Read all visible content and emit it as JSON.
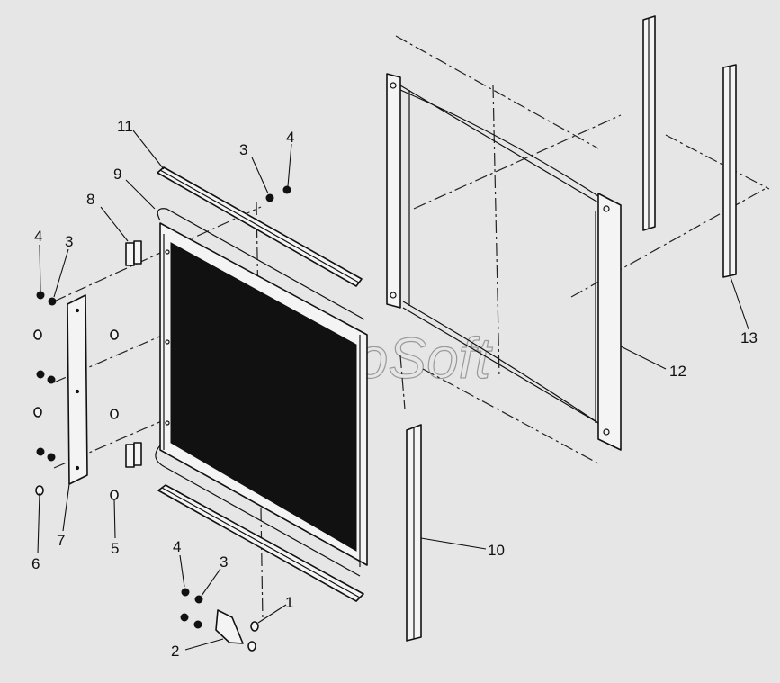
{
  "diagram": {
    "watermark": "toSoft",
    "callouts": [
      {
        "id": "c11",
        "label": "11"
      },
      {
        "id": "c3a",
        "label": "3"
      },
      {
        "id": "c4a",
        "label": "4"
      },
      {
        "id": "c9",
        "label": "9"
      },
      {
        "id": "c8",
        "label": "8"
      },
      {
        "id": "c4b",
        "label": "4"
      },
      {
        "id": "c3b",
        "label": "3"
      },
      {
        "id": "c6",
        "label": "6"
      },
      {
        "id": "c7",
        "label": "7"
      },
      {
        "id": "c5",
        "label": "5"
      },
      {
        "id": "c4c",
        "label": "4"
      },
      {
        "id": "c3c",
        "label": "3"
      },
      {
        "id": "c1",
        "label": "1"
      },
      {
        "id": "c2",
        "label": "2"
      },
      {
        "id": "c10",
        "label": "10"
      },
      {
        "id": "c12",
        "label": "12"
      },
      {
        "id": "c13",
        "label": "13"
      }
    ]
  }
}
